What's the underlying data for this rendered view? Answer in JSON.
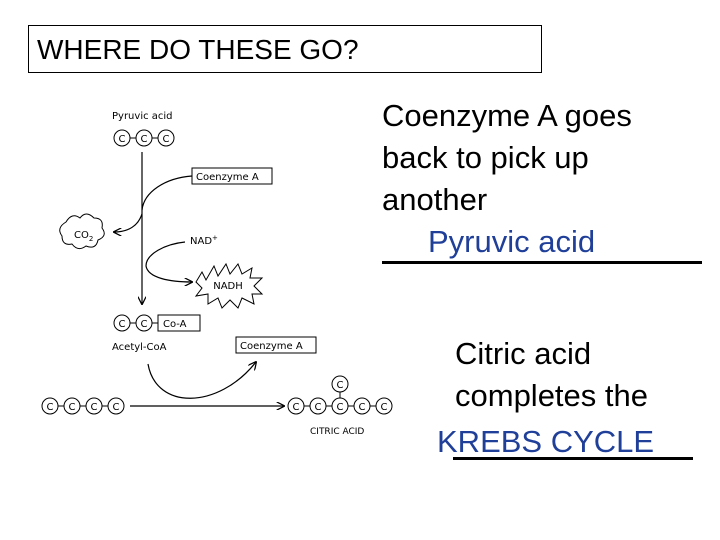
{
  "title": "WHERE DO THESE GO?",
  "diagram": {
    "pyruvic_acid": "Pyruvic acid",
    "coenzyme_a_top": "Coenzyme A",
    "coenzyme_a_bottom": "Coenzyme A",
    "co2": "CO",
    "co2_sub": "2",
    "nad": "NAD",
    "nad_sup": "+",
    "nadh": "NADH",
    "co_a": "Co-A",
    "acetyl_coa": "Acetyl-CoA",
    "citric_acid": "CITRIC ACID",
    "carbon": "C"
  },
  "statement1": {
    "line1": "Coenzyme A goes",
    "line2": "back to pick up",
    "line3": "another",
    "answer": "Pyruvic acid"
  },
  "statement2": {
    "line1": "Citric acid",
    "line2": "completes the",
    "answer": "KREBS CYCLE"
  },
  "colors": {
    "answer": "#1f3f99",
    "text": "#000000"
  }
}
